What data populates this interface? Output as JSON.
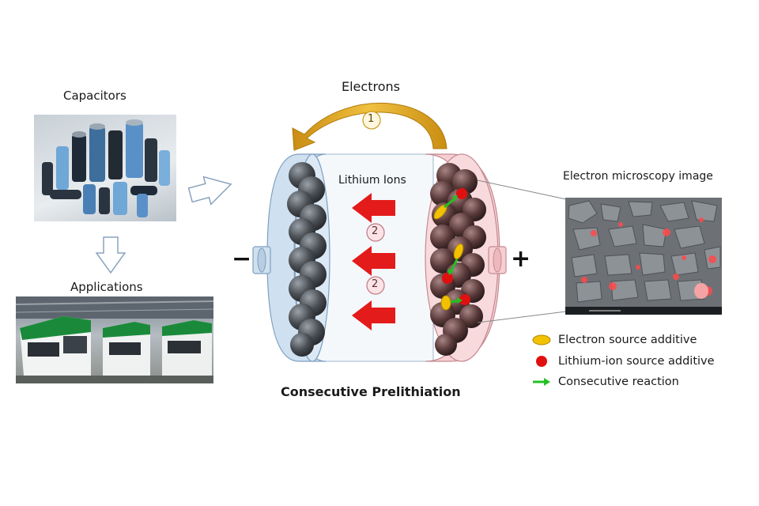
{
  "labels": {
    "capacitors": "Capacitors",
    "applications": "Applications",
    "electrons": "Electrons",
    "lithium_ions": "Lithium Ions",
    "microscopy": "Electron microscopy image",
    "title": "Consecutive Prelithiation",
    "minus": "−",
    "plus": "+",
    "step1": "1",
    "step2a": "2",
    "step2b": "2"
  },
  "legend": [
    {
      "label": "Electron source additive",
      "marker": "yellow-ellipse-icon"
    },
    {
      "label": "Lithium-ion source additive",
      "marker": "red-dot-icon"
    },
    {
      "label": "Consecutive reaction",
      "marker": "green-arrow-icon"
    }
  ],
  "colors": {
    "electron_arrow": "#d9a21b",
    "lithium_arrow": "#e31b1b",
    "anode_cylinder": "#cfe0f0",
    "cathode_cylinder": "#f6cfd2",
    "anode_particles": "#4a4f55",
    "cathode_particles": "#5a3a3a",
    "electron_additive": "#f2c200",
    "lithium_additive": "#e01010",
    "reaction_arrow": "#22c022"
  }
}
